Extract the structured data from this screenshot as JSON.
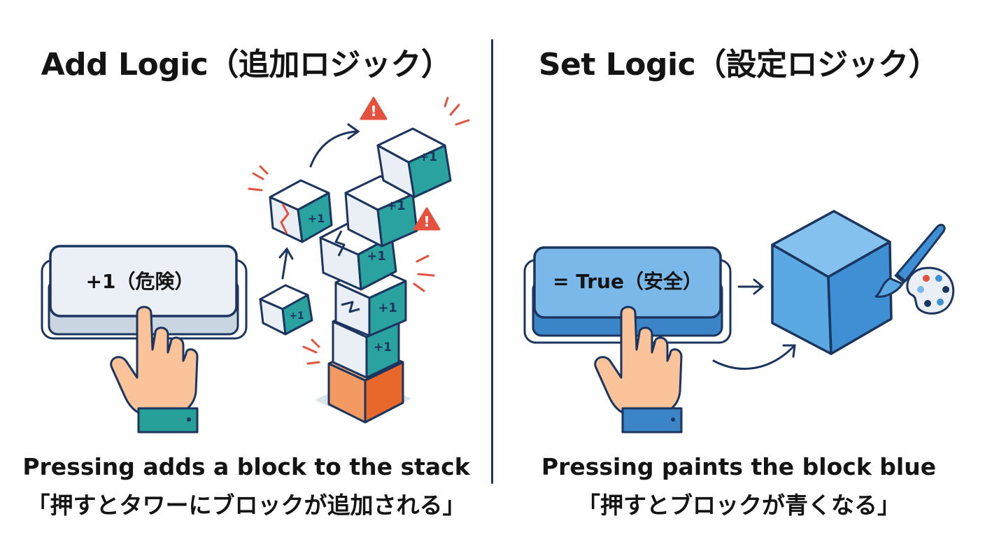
{
  "left": {
    "title": "Add Logic（追加ロジック）",
    "button_label": "+1（危険）",
    "block_label": "+1",
    "warning_symbol": "!",
    "caption_en": "Pressing adds a block to the stack",
    "caption_jp": "「押すとタワーにブロックが追加される」"
  },
  "right": {
    "title": "Set Logic（設定ロジック）",
    "button_label": "= True（安全）",
    "caption_en": "Pressing paints the block blue",
    "caption_jp": "「押すとブロックが青くなる」"
  },
  "colors": {
    "outline": "#1c355e",
    "block_face": "#e9eff4",
    "block_teal": "#2aa3a0",
    "base_orange": "#ef7a3c",
    "warning_red": "#e5513f",
    "cube_blue": "#5aa9e3",
    "button_blue": "#7ab8ea",
    "skin": "#fbc39a",
    "cuff_teal": "#27a09a",
    "cuff_blue": "#3b84c8"
  }
}
